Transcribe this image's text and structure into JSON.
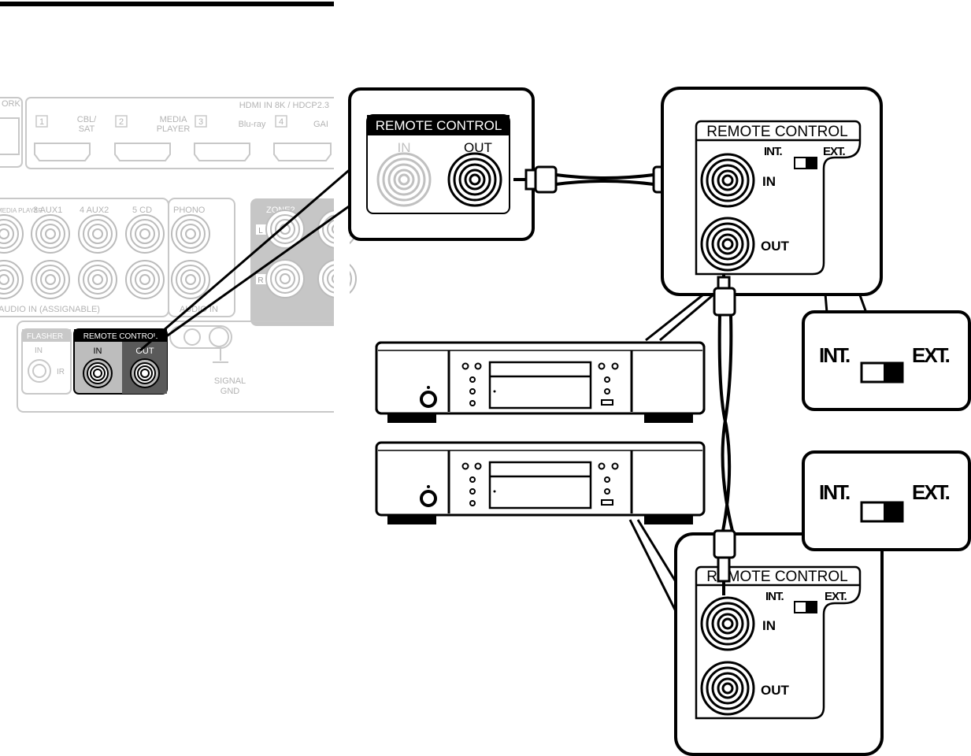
{
  "receiver_panel": {
    "network_label": "ORK",
    "hdmi_header": "HDMI IN 8K / HDCP2.3",
    "hdmi_inputs": [
      {
        "num": "1",
        "label_line1": "CBL/",
        "label_line2": "SAT"
      },
      {
        "num": "2",
        "label_line1": "MEDIA",
        "label_line2": "PLAYER"
      },
      {
        "num": "3",
        "label_line1": "Blu-ray",
        "label_line2": ""
      },
      {
        "num": "4",
        "label_line1": "GAI",
        "label_line2": ""
      }
    ],
    "audio_inputs": [
      "MEDIA PLAYER",
      "3 AUX1",
      "4 AUX2",
      "5 CD"
    ],
    "phono_label": "PHONO",
    "audio_in_assignable": "AUDIO IN (ASSIGNABLE)",
    "audio_in": "AUDIO IN",
    "zone_label": "ZONE2",
    "left_marker": "L",
    "right_marker": "R",
    "flasher_label": "FLASHER",
    "flasher_in": "IN",
    "flasher_ir": "IR",
    "remote_control_label": "REMOTE CONTROL",
    "remote_in": "IN",
    "remote_out": "OUT",
    "signal_gnd": "SIGNAL GND"
  },
  "zoom_receiver": {
    "title": "REMOTE CONTROL",
    "in_label": "IN",
    "out_label": "OUT"
  },
  "top_device_panel": {
    "title": "REMOTE CONTROL",
    "int_label": "INT.",
    "ext_label": "EXT.",
    "in_label": "IN",
    "out_label": "OUT"
  },
  "bottom_device_panel": {
    "title": "REMOTE CONTROL",
    "int_label": "INT.",
    "ext_label": "EXT.",
    "in_label": "IN",
    "out_label": "OUT"
  },
  "switch_callout_top": {
    "int_label": "INT.",
    "ext_label": "EXT."
  },
  "switch_callout_bottom": {
    "int_label": "INT.",
    "ext_label": "EXT."
  }
}
